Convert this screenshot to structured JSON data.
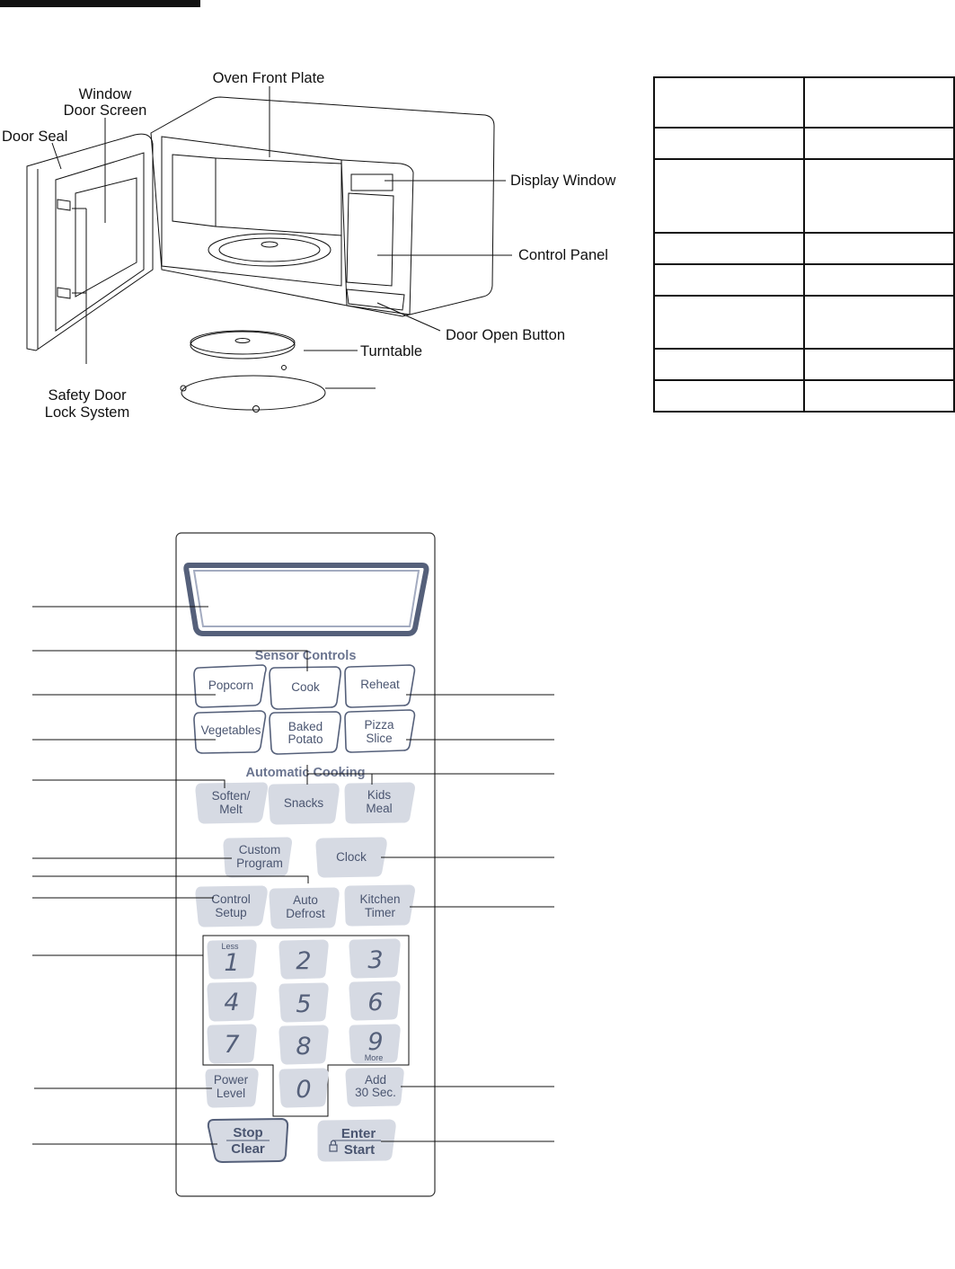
{
  "oven_labels": {
    "window_door_screen": [
      "Window",
      "Door Screen"
    ],
    "oven_front_plate": "Oven Front Plate",
    "door_seal": "Door Seal",
    "display_window": "Display Window",
    "control_panel": "Control Panel",
    "door_open_button": "Door Open Button",
    "turntable": "Turntable",
    "safety_door_lock": [
      "Safety Door",
      "Lock System"
    ]
  },
  "spec_table": {
    "rows": 8,
    "cols": 2,
    "cells": []
  },
  "control_panel": {
    "sections": {
      "sensor": "Sensor Controls",
      "auto": "Automatic Cooking"
    },
    "sensor_keys": [
      {
        "lines": [
          "Popcorn"
        ]
      },
      {
        "lines": [
          "Cook"
        ]
      },
      {
        "lines": [
          "Reheat"
        ]
      },
      {
        "lines": [
          "Vegetables"
        ]
      },
      {
        "lines": [
          "Baked",
          "Potato"
        ]
      },
      {
        "lines": [
          "Pizza",
          "Slice"
        ]
      }
    ],
    "auto_keys": [
      {
        "lines": [
          "Soften/",
          "Melt"
        ]
      },
      {
        "lines": [
          "Snacks"
        ]
      },
      {
        "lines": [
          "Kids",
          "Meal"
        ]
      }
    ],
    "custom_program": [
      "Custom",
      "Program"
    ],
    "clock": "Clock",
    "control_setup": [
      "Control",
      "Setup"
    ],
    "auto_defrost": [
      "Auto",
      "Defrost"
    ],
    "kitchen_timer": [
      "Kitchen",
      "Timer"
    ],
    "number_keys": [
      "1",
      "2",
      "3",
      "4",
      "5",
      "6",
      "7",
      "8",
      "9",
      "0"
    ],
    "less": "Less",
    "more": "More",
    "power_level": [
      "Power",
      "Level"
    ],
    "add_30": [
      "Add",
      "30 Sec."
    ],
    "stop_clear": [
      "Stop",
      "Clear"
    ],
    "enter_start": [
      "Enter",
      "Start"
    ]
  },
  "colors": {
    "key_outline": "#55607a",
    "key_fill_gray": "#d6dae3",
    "label_text": "#4a5570"
  }
}
